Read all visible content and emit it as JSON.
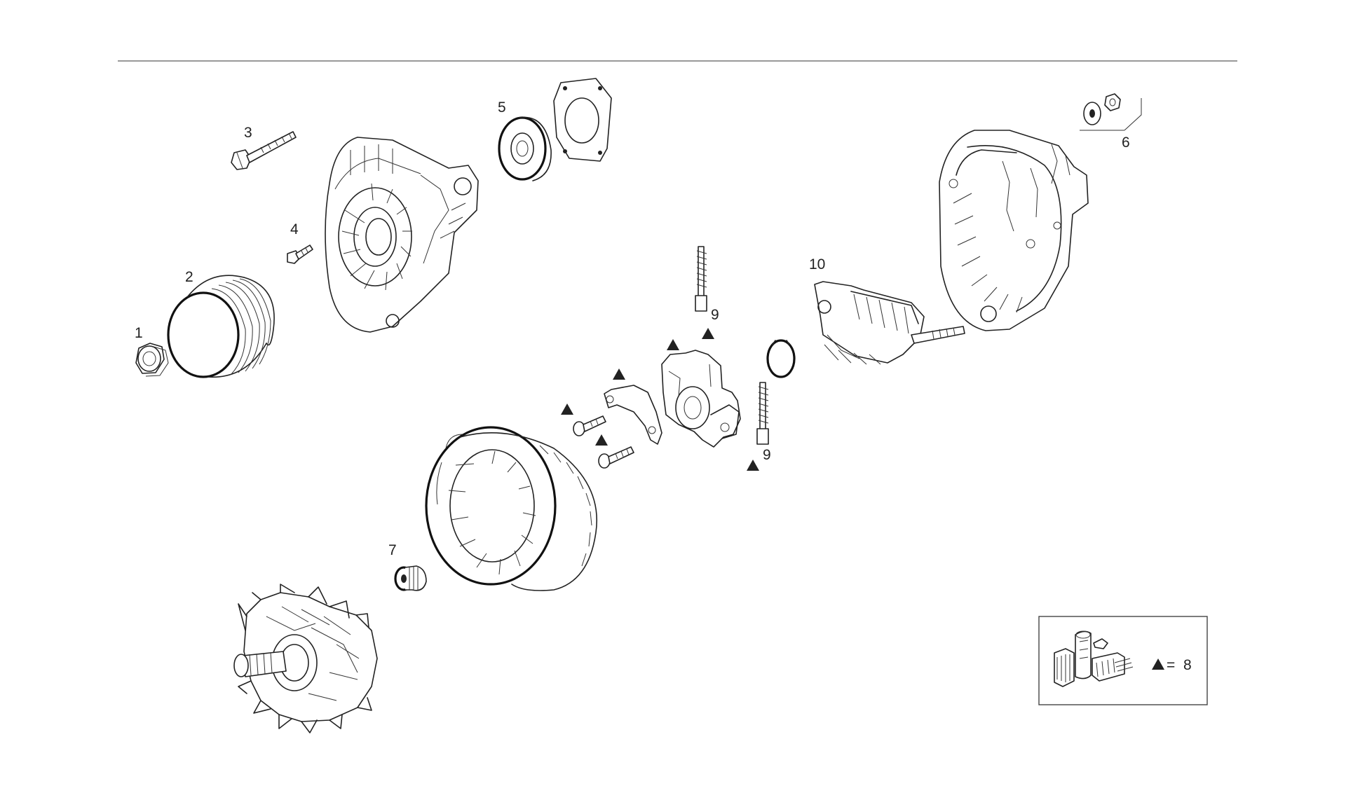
{
  "diagram": {
    "callouts": {
      "p1": "1",
      "p2": "2",
      "p3": "3",
      "p4": "4",
      "p5": "5",
      "p6": "6",
      "p7": "7",
      "p9a": "9",
      "p9b": "9",
      "p10": "10"
    },
    "legend": {
      "equals": "=",
      "number": "8"
    },
    "colors": {
      "line": "#222222",
      "background": "#ffffff"
    },
    "icons": [
      "triangle-marker-icon",
      "kit-contents-icon"
    ]
  }
}
